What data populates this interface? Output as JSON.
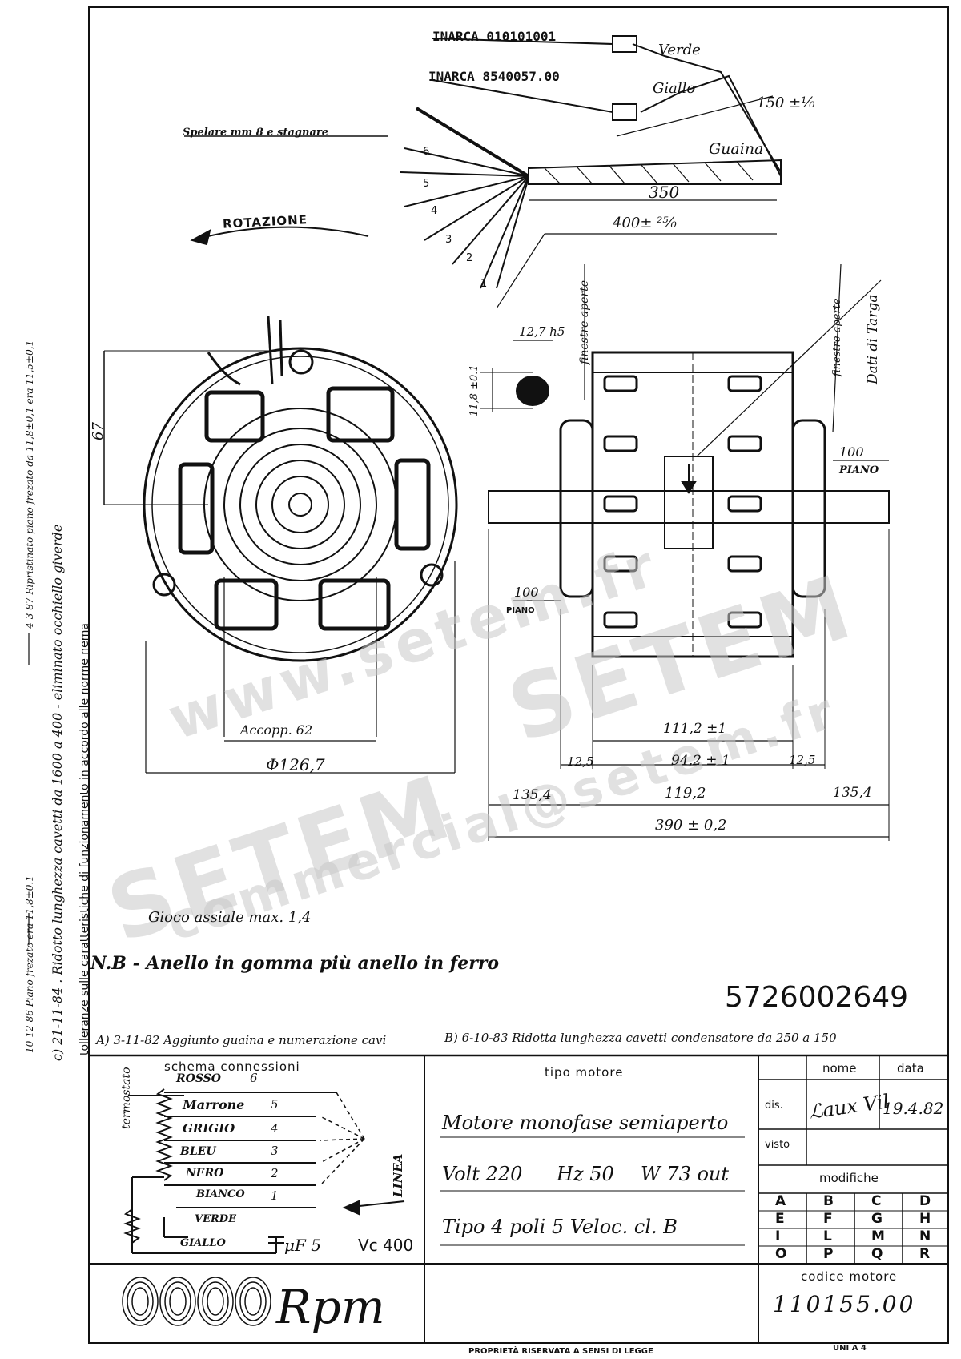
{
  "top": {
    "inarca1": "INARCA 010101001",
    "inarca2": "INARCA 8540057.00",
    "verde": "Verde",
    "giallo": "Giallo",
    "dim150": "150 ±¹⁄₀",
    "guaina": "Guaina",
    "dim350": "350",
    "dim400": "400± ²⁵⁄₀",
    "spelare": "Spelare mm 8 e stagnare",
    "rotazione": "ROTAZIONE",
    "wire_nums": [
      "6",
      "5",
      "4",
      "3",
      "2",
      "1"
    ]
  },
  "side_view": {
    "finestra_aperta": "finestre aperte",
    "finestra_aperte2": "finestre aperte",
    "dati_targa": "Dati di Targa",
    "dim_127": "12,7 h5",
    "dim_118": "11,8 ±0.1",
    "dim_100_top": "100",
    "piano_top": "PIANO",
    "dim_100_left": "100",
    "piano_left": "PIANO",
    "dim_1112": "111,2 ±1",
    "dim_125a": "12,5",
    "dim_942": "94,2 ± 1",
    "dim_125b": "12,5",
    "dim_1354a": "135,4",
    "dim_1192": "119,2",
    "dim_1354b": "135,4",
    "dim_390": "390 ± 0,2"
  },
  "front_view": {
    "dim_67": "67",
    "accopp": "Accopp. 62",
    "phi": "Φ126,7"
  },
  "notes": {
    "gioco": "Gioco assiale max. 1,4",
    "nb": "N.B - Anello in gomma  più anello in ferro",
    "part_number": "5726002649",
    "mod_a": "A) 3-11-82 Aggiunto guaina e numerazione cavi",
    "mod_b": "B) 6-10-83 Ridotta lunghezza cavetti condensatore da 250 a 150",
    "left_margin_1": "4-3-87 Ripristinato piano frezato da 11,8±0,1 era 11,5±0,1",
    "left_margin_2": "c) 21-11-84 . Ridotto lunghezza cavetti  da 1600  a 400 - eliminato occhiello giverde",
    "left_margin_3": "10-12-86 Piano frezato era 11,8±0.1",
    "tolleranze": "tolleranze sulle caratteristiche di funzionamento in accordo alle norme nema"
  },
  "schema": {
    "title": "schema  connessioni",
    "termostato": "termostato",
    "wires": [
      {
        "name": "ROSSO",
        "num": "6"
      },
      {
        "name": "Marrone",
        "num": "5"
      },
      {
        "name": "GRIGIO",
        "num": "4"
      },
      {
        "name": "BLEU",
        "num": "3"
      },
      {
        "name": "NERO",
        "num": "2"
      },
      {
        "name": "BIANCO",
        "num": "1"
      },
      {
        "name": "VERDE",
        "num": ""
      },
      {
        "name": "GIALLO",
        "num": ""
      }
    ],
    "linea": "LINEA",
    "capacitor": "μF 5",
    "vc": "Vc 400"
  },
  "tipo_motore": {
    "header": "tipo  motore",
    "line1": "Motore monofase semiaperto",
    "line2_volt": "Volt 220",
    "line2_hz": "Hz 50",
    "line2_w": "W 73 out",
    "line3": "Tipo 4 poli   5 Veloc.   cl. B"
  },
  "title_block": {
    "nome": "nome",
    "data": "data",
    "dis": "dis.",
    "dis_date": "19.4.82",
    "visto": "visto",
    "modifiche": "modifiche",
    "mod_letters": [
      "A",
      "B",
      "C",
      "D",
      "E",
      "F",
      "G",
      "H",
      "I",
      "L",
      "M",
      "N",
      "O",
      "P",
      "Q",
      "R"
    ],
    "codice_label": "codice  motore",
    "codice_value": "110155.00",
    "logo_text": "Rpm"
  },
  "footer": {
    "proprieta": "PROPRIETÀ RISERVATA A SENSI DI LEGGE",
    "uni": "UNI A 4"
  },
  "watermark": {
    "line1": "SETEM",
    "line2": "www.setem.fr",
    "line3": "commercial@setem.fr"
  }
}
